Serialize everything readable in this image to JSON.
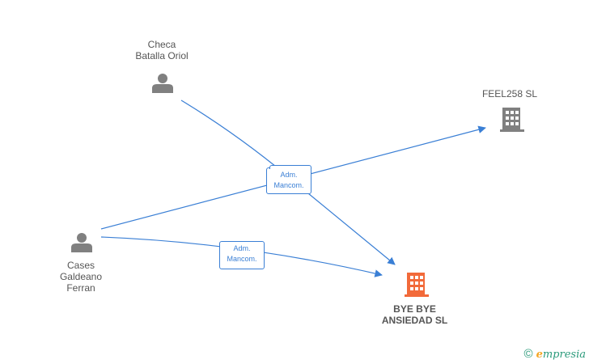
{
  "colors": {
    "edge": "#3a7fd5",
    "person": "#808080",
    "company": "#808080",
    "company_focus": "#f26a3a",
    "label": "#555555"
  },
  "nodes": {
    "checa": {
      "label": "Checa\nBatalla Oriol",
      "icon": "person-icon"
    },
    "cases": {
      "label": "Cases\nGaldeano\nFerran",
      "icon": "person-icon"
    },
    "feel258": {
      "label": "FEEL258  SL",
      "icon": "building-icon"
    },
    "byebye": {
      "label": "BYE BYE\nANSIEDAD  SL",
      "icon": "building-icon"
    }
  },
  "edges": [
    {
      "from": "checa",
      "to": "byebye",
      "label": "Adm.\nMancom."
    },
    {
      "from": "cases",
      "to": "feel258",
      "label": "Adm.\nMancom."
    },
    {
      "from": "cases",
      "to": "byebye",
      "label": "Adm.\nMancom."
    }
  ],
  "edge_labels": {
    "center": "Adm.\nMancom.",
    "lower": "Adm.\nMancom."
  },
  "branding": {
    "copyright": "©",
    "e": "e",
    "name": "mpresia"
  }
}
